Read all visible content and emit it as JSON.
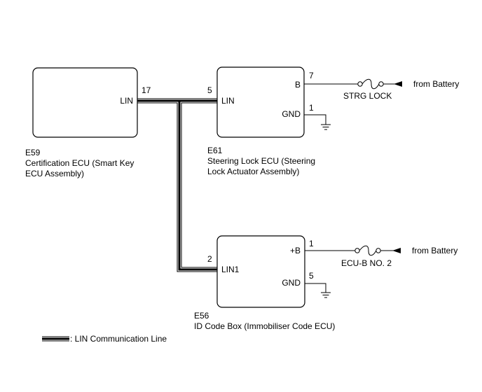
{
  "ecus": {
    "cert": {
      "code": "E59",
      "name_line1": "Certification ECU (Smart Key",
      "name_line2": "ECU Assembly)",
      "pin_lin_label": "LIN",
      "pin_lin_number": "17"
    },
    "steering": {
      "code": "E61",
      "name_line1": "Steering Lock ECU (Steering",
      "name_line2": "Lock Actuator Assembly)",
      "pin_lin_label": "LIN",
      "pin_lin_number": "5",
      "pin_b_label": "B",
      "pin_b_number": "7",
      "pin_gnd_label": "GND",
      "pin_gnd_number": "1"
    },
    "idbox": {
      "code": "E56",
      "name_line1": "ID Code Box (Immobiliser Code ECU)",
      "pin_lin_label": "LIN1",
      "pin_lin_number": "2",
      "pin_b_label": "+B",
      "pin_b_number": "1",
      "pin_gnd_label": "GND",
      "pin_gnd_number": "5"
    }
  },
  "fuses": {
    "strg": {
      "label": "STRG LOCK",
      "source": "from Battery"
    },
    "ecub": {
      "label": "ECU-B NO. 2",
      "source": "from Battery"
    }
  },
  "legend": {
    "text": ": LIN Communication Line"
  }
}
